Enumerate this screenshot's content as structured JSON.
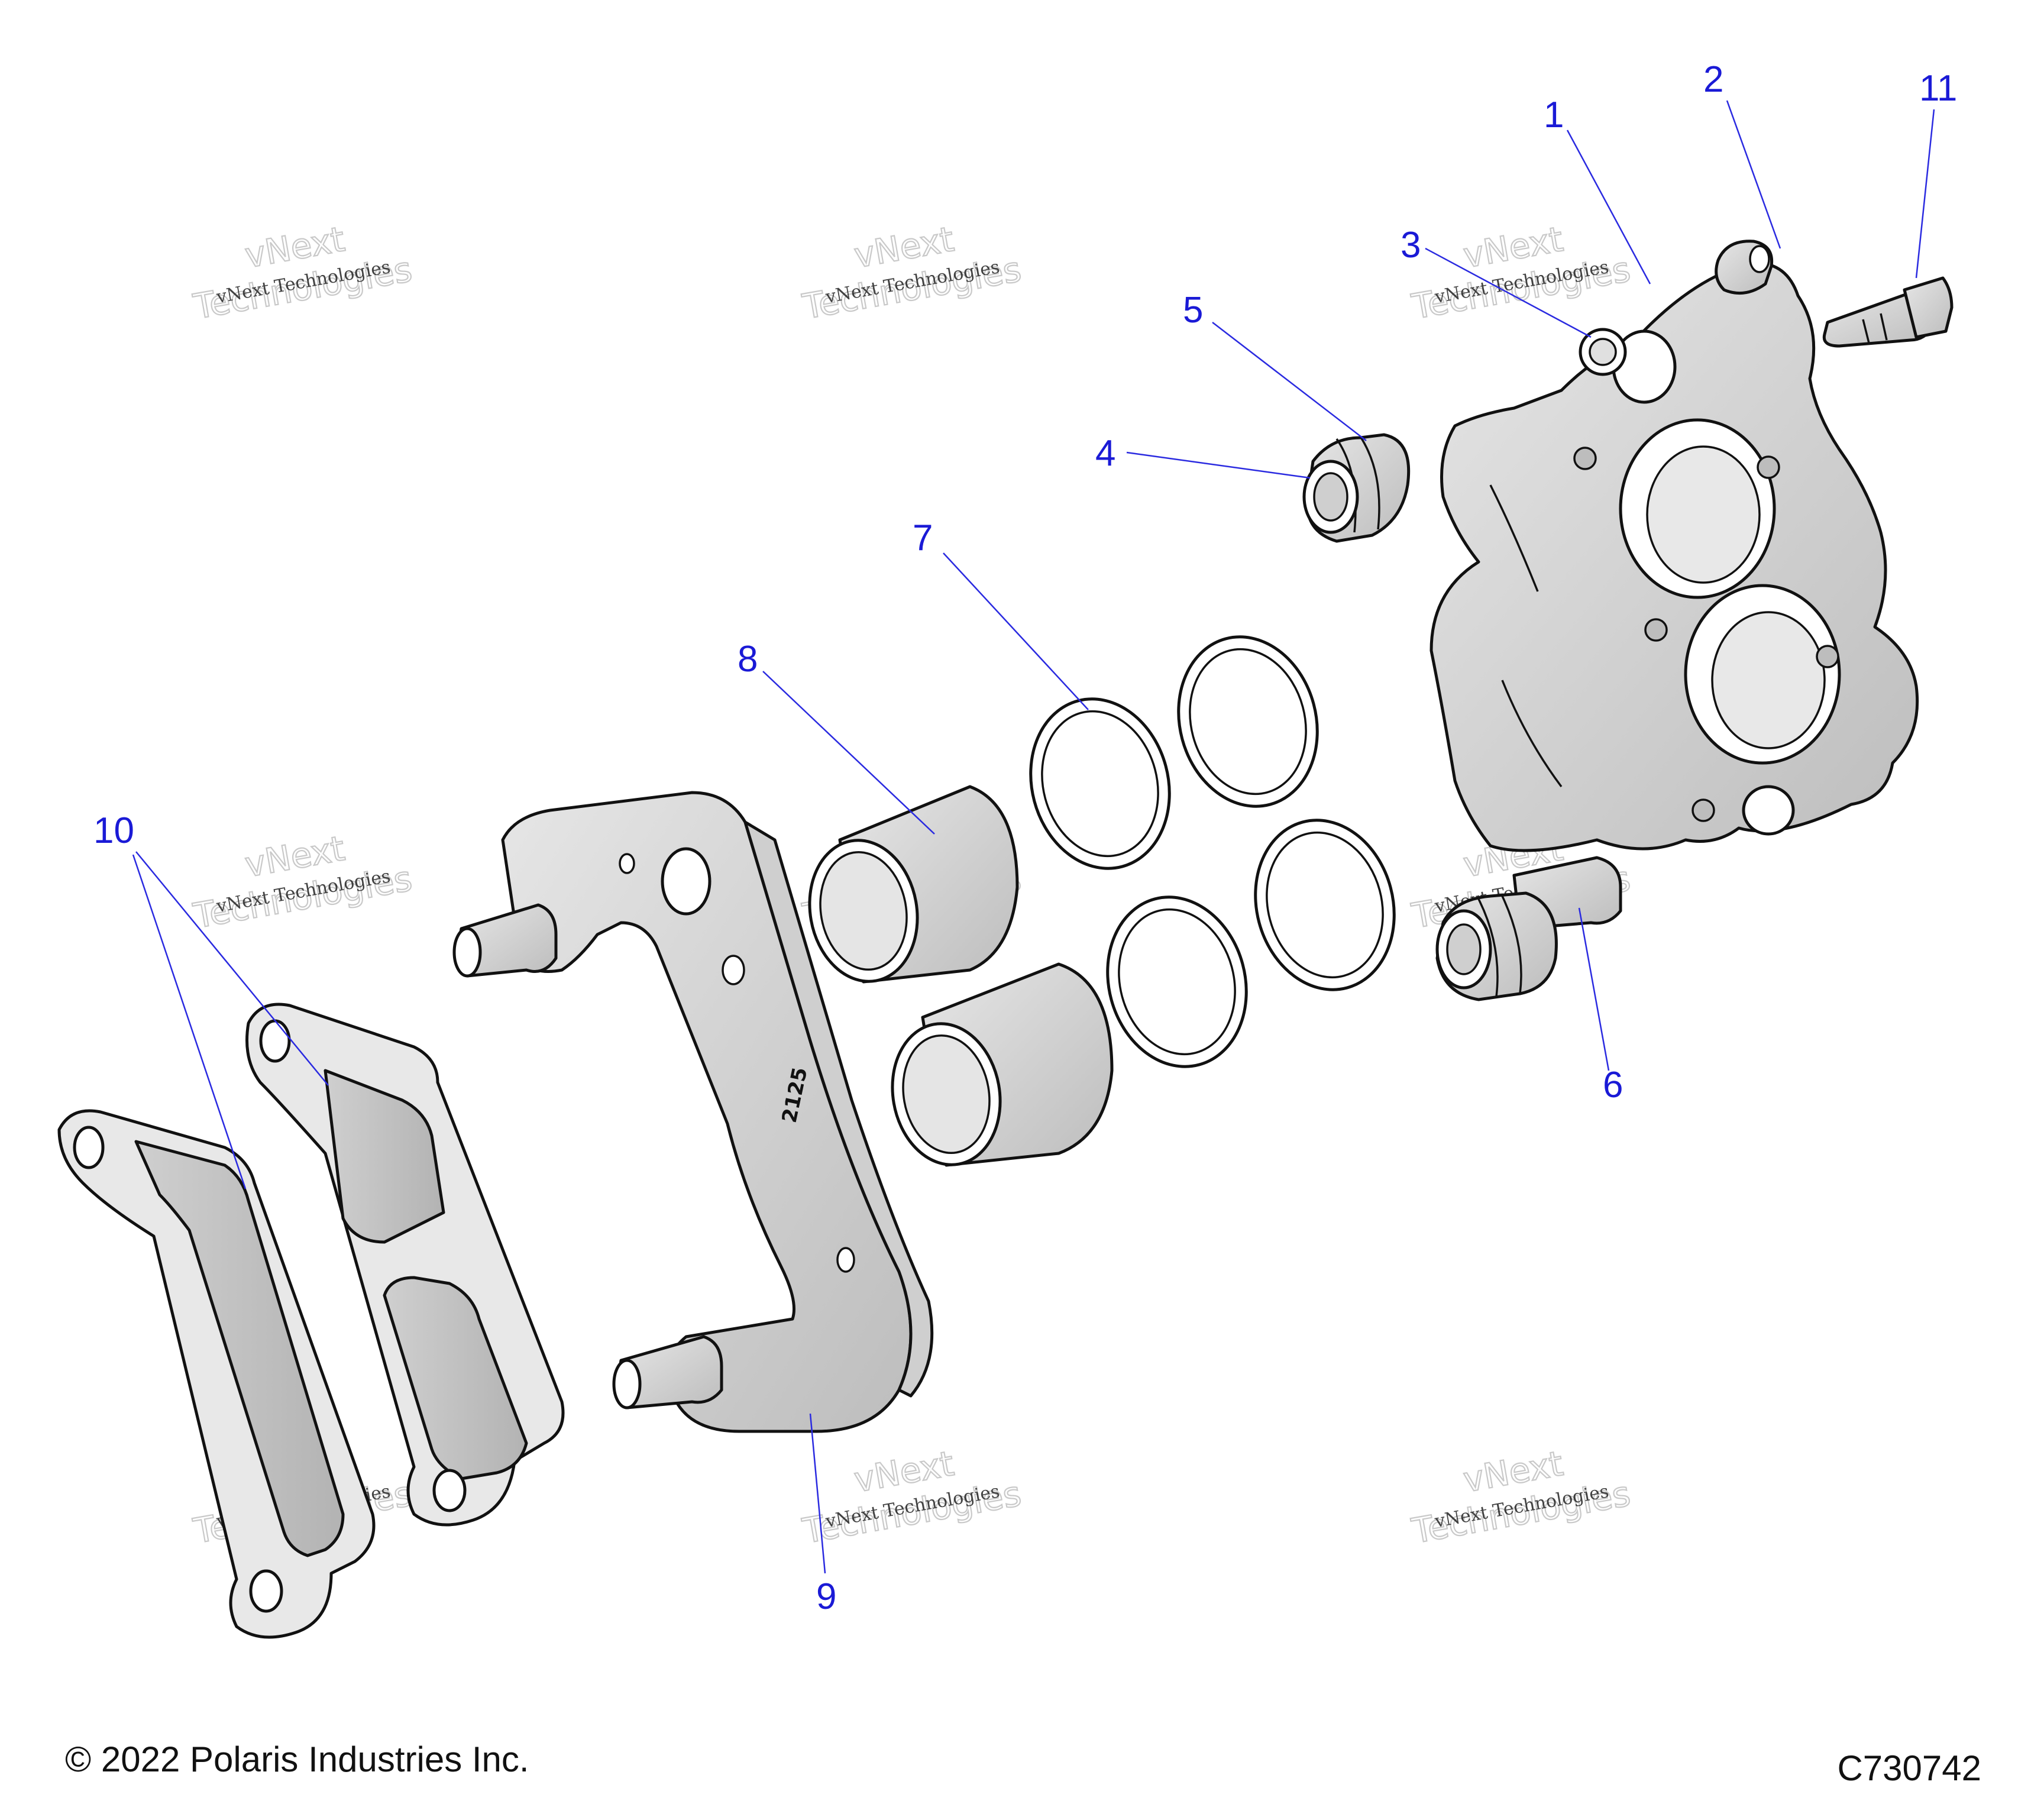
{
  "callouts": {
    "c1": "1",
    "c2": "2",
    "c3": "3",
    "c4": "4",
    "c5": "5",
    "c6": "6",
    "c7": "7",
    "c8": "8",
    "c9": "9",
    "c10": "10",
    "c11": "11"
  },
  "bracket_stamp": "2125",
  "watermark": {
    "line1": "vNext Technologies",
    "line2": "vNext",
    "line3": "Technologies"
  },
  "footer": {
    "copyright": "© 2022 Polaris Industries Inc.",
    "code": "C730742"
  },
  "colors": {
    "callout": "#1a1ad6",
    "part_fill": "#d9d9d9",
    "outline": "#111111"
  }
}
